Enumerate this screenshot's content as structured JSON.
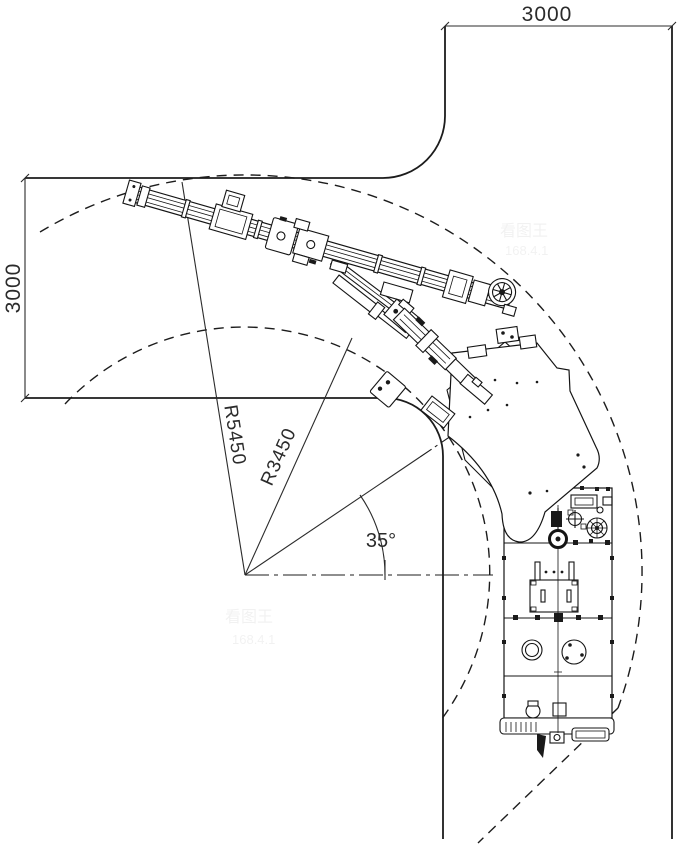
{
  "drawing": {
    "type": "turning-clearance-plan-view",
    "subject": "single-boom drilling jumbo negotiating a 90-degree tunnel corner"
  },
  "dimensions": {
    "top_width": "3000",
    "left_height": "3000"
  },
  "annotations": {
    "outer_radius": "R5450",
    "inner_radius": "R3450",
    "steering_angle": "35°"
  },
  "watermarks": [
    {
      "line1": "看图王",
      "line2": "168.4.1"
    },
    {
      "line1": "看图王",
      "line2": "168.4.1"
    }
  ],
  "colors": {
    "background": "#ffffff",
    "line": "#1c1c1c",
    "text": "#2b2b2b",
    "watermark": "rgba(0,0,0,0.055)"
  }
}
